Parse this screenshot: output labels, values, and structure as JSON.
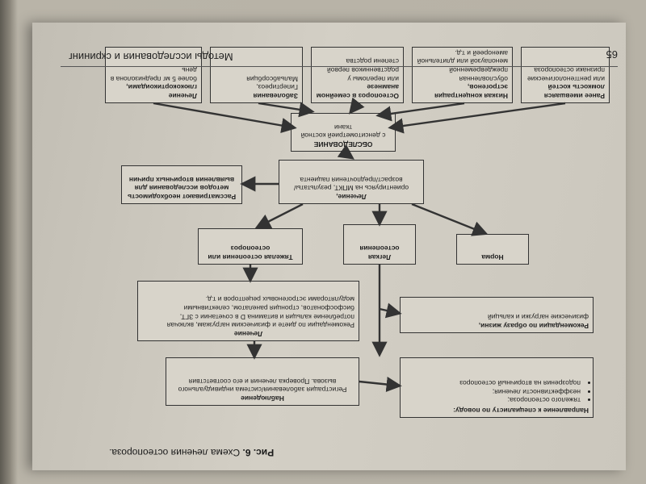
{
  "page_header": "Методы исследования и скрининг",
  "page_number": "65",
  "caption": {
    "label": "Рис. 6.",
    "text": "Схема лечения остеопороза."
  },
  "boxes": {
    "exam": {
      "title": "ОБСЛЕДОВАНИЕ",
      "text": "с денситометрией костной ткани"
    },
    "risk1": {
      "title": "Ранее имевшаяся ломкость костей",
      "text": "или рентгенологические признаки остеопороза"
    },
    "risk2": {
      "title": "Низкая концентрация эстрогенов,",
      "text": "обусловленная преждевременной менопаузой или длительной аменореей и т.д."
    },
    "risk3": {
      "title": "Остеопороз в семейном анамнезе",
      "text": "или переломы у родственников первой степени родства"
    },
    "risk4": {
      "title": "Заболевания",
      "text": "Гипертиреоз, Мальабсорбция"
    },
    "risk5": {
      "title": "Лечение глюкокортикоидами,",
      "text": "более 5 мг преднизолона в день"
    },
    "treat": {
      "title": "Лечение,",
      "text": "ориентируясь на МПКТ, результаты/возраст/предпочтения пациента"
    },
    "secondary": {
      "title": "Рассматривают необходимость методов исследования для выявления вторичных причин",
      "text": ""
    },
    "norm": {
      "title": "Норма",
      "text": ""
    },
    "mild": {
      "title": "Легкая остеопения",
      "text": ""
    },
    "severe": {
      "title": "Тяжелая остеопения или остеопороз",
      "text": ""
    },
    "recommend": {
      "title": "Рекомендации по образу жизни,",
      "text": "физические нагрузки и кальций"
    },
    "therapy": {
      "title": "Лечение",
      "text": "Рекомендации по диете и физическим нагрузкам, включая потребление кальция и витамина D в сочетании с ЗГТ, бисфосфонатов, стронция ранелатом, селективными модуляторами эстрогеновых рецепторов и т.д."
    },
    "observe": {
      "title": "Наблюдение",
      "text": "Регистрация заболевания/система индивидуального вызова. Проверка лечения и его соответствия"
    },
    "refer": {
      "title": "Направление к специалисту по поводу:",
      "items": [
        "тяжелого остеопороза;",
        "неэффективности лечения;",
        "подозрения на вторичный остеопороз"
      ]
    }
  },
  "colors": {
    "paper": "#d3cfc5",
    "ink": "#1d1d1d",
    "box_border": "#333333"
  }
}
